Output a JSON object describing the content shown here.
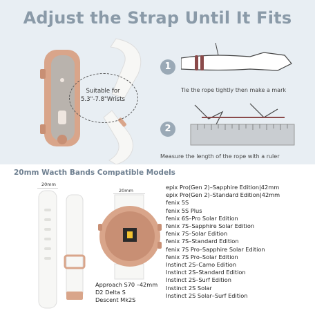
{
  "headline": "Adjust the Strap Until It Fits",
  "fit_label": "Suitable for 5.3\"-7.8\"Wrists",
  "steps": [
    {
      "num": "1",
      "text": "Tie the rope tightly then make a mark"
    },
    {
      "num": "2",
      "text": "Measure the length of the rope with a ruler"
    }
  ],
  "section_title": "20mm Wacth Bands Compatible Models",
  "band_width_label": "20mm",
  "watch_width_label": "20mm",
  "right_models": [
    "epix Pro(Gen 2)–Sapphire Edition|42mm",
    "epix Pro(Gen 2)–Standard Edition|42mm",
    "fenix 5S",
    "fenix 5S Plus",
    "fenix 6S–Pro Solar Edition",
    "fenix 7S–Sapphire Solar Edition",
    "fenix 7S–Solar Edition",
    "fenix 7S–Standard Edition",
    "fenix 7S Pro–Sapphire Solar Edition",
    "fenix 7S Pro–Solar Edition",
    "Instinct 2S–Camo Edition",
    "Instinct 2S–Standard Edition",
    "Instinct 2S–Surf Edition",
    "Instinct 2S Solar",
    "Instinct 2S Solar–Surf Edition"
  ],
  "left_models": [
    "Approach S70 –42mm",
    "D2 Delta S",
    "Descent Mk2S"
  ],
  "colors": {
    "panel": "#e8eef3",
    "accent": "#8a9aa8",
    "rose_gold": "#d9a58a",
    "strap": "#f7f7f5"
  }
}
